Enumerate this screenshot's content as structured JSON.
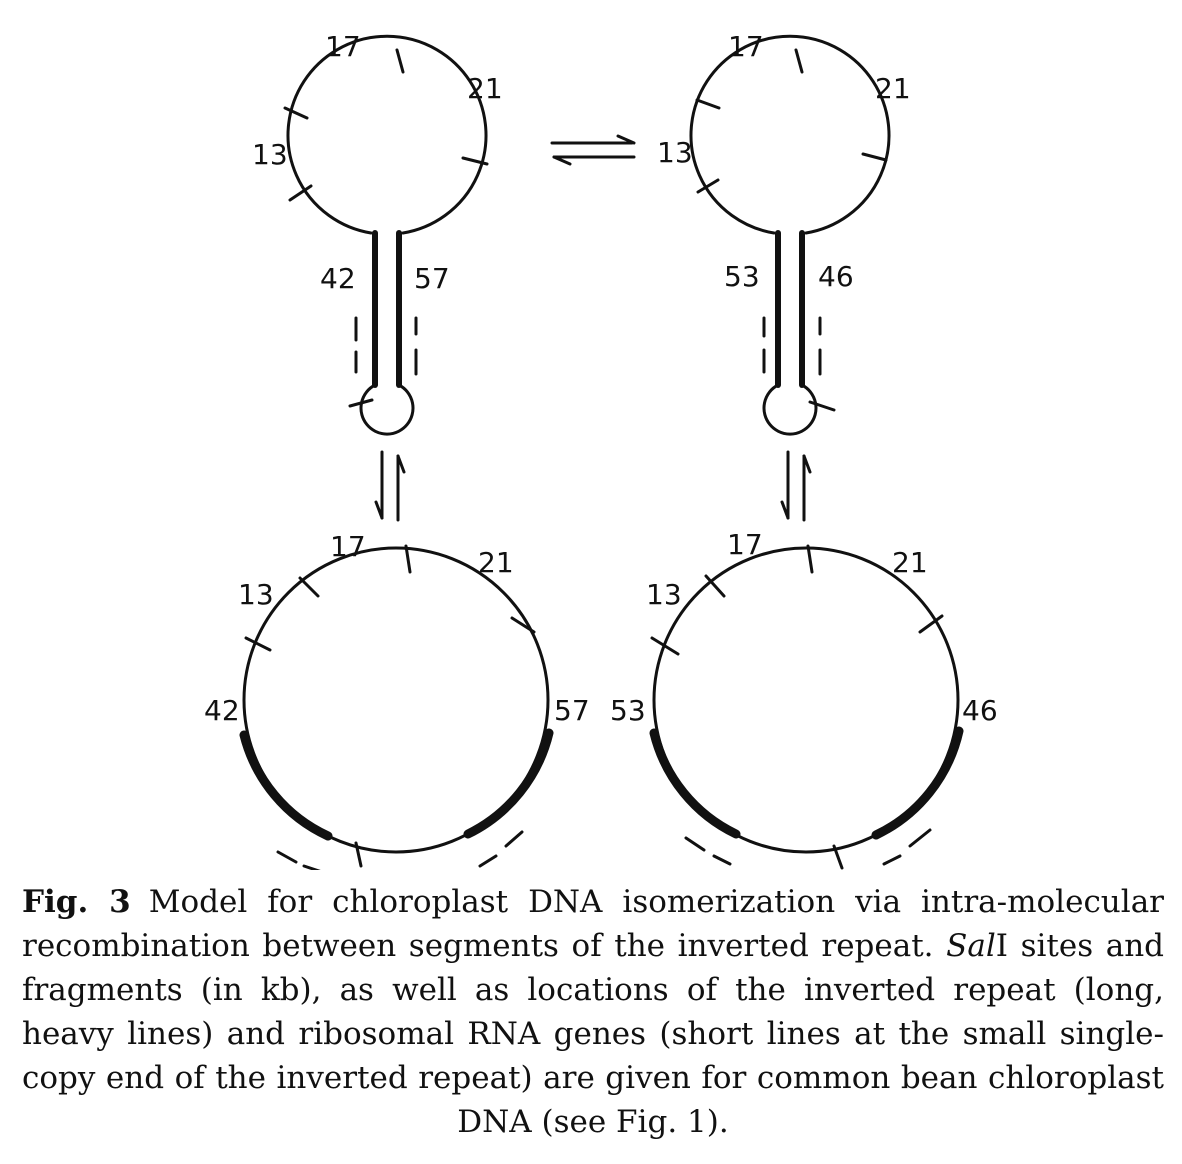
{
  "diagram": {
    "panels": {
      "top_left": {
        "labels": {
          "top": "17",
          "upper_right": "21",
          "left": "13",
          "stem_left": "42",
          "stem_right": "57"
        }
      },
      "top_right": {
        "labels": {
          "top": "17",
          "upper_right": "21",
          "left": "13",
          "stem_left": "53",
          "stem_right": "46"
        }
      },
      "bottom_left": {
        "labels": {
          "top": "17",
          "upper_right": "21",
          "upper_left": "13",
          "left": "42",
          "right": "57"
        }
      },
      "bottom_right": {
        "labels": {
          "top": "17",
          "upper_right": "21",
          "upper_left": "13",
          "left": "53",
          "right": "46"
        }
      }
    },
    "arrows": [
      "equilibrium-horizontal",
      "equilibrium-vertical-left",
      "equilibrium-vertical-right"
    ]
  },
  "caption": {
    "fig_label": "Fig. 3",
    "text_before_enzyme": "Model for chloroplast DNA isomerization via intra-molecular recombination between segments of the inverted repeat. ",
    "enzyme": "Sal",
    "text_after_enzyme": "I sites and fragments (in kb), as well as locations of the inverted repeat (long, heavy lines) and ribosomal RNA genes (short lines at the small single-copy end of the inverted repeat) are given for common bean chloroplast DNA (see Fig. 1)."
  }
}
